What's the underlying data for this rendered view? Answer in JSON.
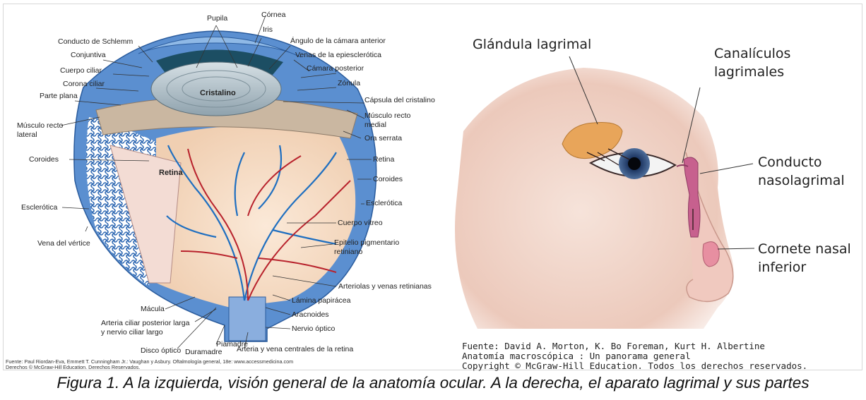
{
  "eye": {
    "labels": {
      "pupila": "Pupila",
      "cornea": "Córnea",
      "iris": "Iris",
      "angulo": "Ángulo de la cámara anterior",
      "schlemm": "Conducto de Schlemm",
      "conjuntiva": "Conjuntiva",
      "venas_episcleroticas": "Venas de la epiesclerótica",
      "camara_posterior": "Cámara posterior",
      "cuerpo_ciliar": "Cuerpo ciliar",
      "zonula": "Zónula",
      "corona_ciliar": "Corona ciliar",
      "parte_plana": "Parte plana",
      "capsula": "Cápsula del cristalino",
      "cristalino": "Cristalino",
      "recto_lateral_1": "Músculo recto",
      "recto_lateral_2": "lateral",
      "recto_medial_1": "Músculo recto",
      "recto_medial_2": "medial",
      "ora_serrata": "Ora serrata",
      "coroides_left": "Coroides",
      "retina_right": "Retina",
      "retina_center": "Retina",
      "coroides_right": "Coroides",
      "esclerotica_right": "Esclerótica",
      "esclerotica_left": "Esclerótica",
      "cuerpo_vitreo": "Cuerpo vítreo",
      "epitelio_1": "Epitelio pigmentario",
      "epitelio_2": "retiniano",
      "vena_vertice": "Vena del vértice",
      "arteriolas": "Arteriolas y venas retinianas",
      "lamina": "Lámina papirácea",
      "macula": "Mácula",
      "aracnoides": "Aracnoides",
      "arteria_ciliar_1": "Arteria ciliar posterior larga",
      "arteria_ciliar_2": "y nervio ciliar largo",
      "nervio_optico": "Nervio óptico",
      "piamadre": "Piamadre",
      "disco_optico": "Disco óptico",
      "duramadre": "Duramadre",
      "arteria_central": "Arteria y vena centrales de la retina"
    },
    "source_line1": "Fuente: Paul Riordan-Eva, Emmett T. Cunningham Jr.: Vaughan y Asbury. Oftalmología general, 18e: www.accessmedicina.com",
    "source_line2": "Derechos © McGraw-Hill Education. Derechos Reservados."
  },
  "lacrimal": {
    "labels": {
      "glandula": "Glándula lagrimal",
      "canaliculos_1": "Canalículos",
      "canaliculos_2": "lagrimales",
      "conducto_1": "Conducto",
      "conducto_2": "nasolagrimal",
      "cornete_1": "Cornete nasal",
      "cornete_2": "inferior"
    },
    "source_line1": "Fuente: David A. Morton, K. Bo Foreman, Kurt H. Albertine",
    "source_line2": "Anatomía macroscópica : Un panorama general",
    "source_line3": "Copyright © McGraw-Hill Education. Todos los derechos reservados."
  },
  "caption": "Figura 1. A la izquierda, visión general de la anatomía ocular. A la derecha, el aparato lagrimal y sus partes",
  "colors": {
    "sclera_blue": "#5b8fd0",
    "retina_pink": "#e9c9b8",
    "vessel_red": "#b8222c",
    "vessel_blue": "#1f6fc0",
    "lens_gray": "#b9c7cf",
    "duct_pink": "#c7608e",
    "gland_orange": "#e8a55a",
    "skin": "#f1d8cc"
  }
}
